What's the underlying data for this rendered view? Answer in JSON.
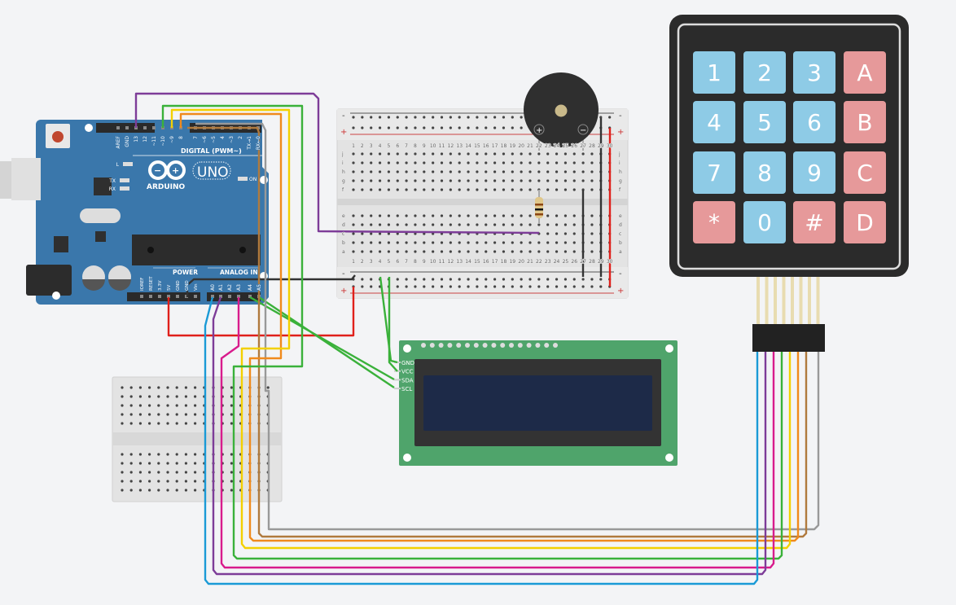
{
  "colors": {
    "background": "#f3f4f6",
    "arduino": "#3a77ab",
    "lcd_board": "#4fa46b",
    "lcd_screen": "#1d2a48",
    "keypad": "#2b2b2b",
    "key_blue": "#8ecbe6",
    "key_red": "#e6999a"
  },
  "arduino": {
    "brand": "ARDUINO",
    "model": "UNO",
    "digital_header": "DIGITAL (PWM~)",
    "digital_pins": [
      "AREF",
      "GND",
      "13",
      "12",
      "~11",
      "~10",
      "~9",
      "8",
      "7",
      "~6",
      "~5",
      "4",
      "~3",
      "2",
      "TX→1",
      "RX←0"
    ],
    "leds": [
      "L",
      "TX",
      "RX",
      "ON"
    ],
    "power_header": "POWER",
    "analog_header": "ANALOG IN",
    "power_pins": [
      "IOREF",
      "RESET",
      "3.3V",
      "5V",
      "GND",
      "GND",
      "Vin"
    ],
    "analog_pins": [
      "A0",
      "A1",
      "A2",
      "A3",
      "A4",
      "A5"
    ]
  },
  "breadboard": {
    "columns": [
      "1",
      "2",
      "3",
      "4",
      "5",
      "6",
      "7",
      "8",
      "9",
      "10",
      "11",
      "12",
      "13",
      "14",
      "15",
      "16",
      "17",
      "18",
      "19",
      "20",
      "21",
      "22",
      "23",
      "24",
      "25",
      "26",
      "27",
      "28",
      "29",
      "30"
    ],
    "rows_top": [
      "j",
      "i",
      "h",
      "g",
      "f"
    ],
    "rows_bottom": [
      "e",
      "d",
      "c",
      "b",
      "a"
    ],
    "rail_minus": "-",
    "rail_plus": "+"
  },
  "buzzer": {
    "plus": "+",
    "minus": "−"
  },
  "lcd": {
    "pins": [
      "GND",
      "VCC",
      "SDA",
      "SCL"
    ]
  },
  "keypad": {
    "keys": [
      [
        "1",
        "2",
        "3",
        "A"
      ],
      [
        "4",
        "5",
        "6",
        "B"
      ],
      [
        "7",
        "8",
        "9",
        "C"
      ],
      [
        "*",
        "0",
        "#",
        "D"
      ]
    ]
  }
}
